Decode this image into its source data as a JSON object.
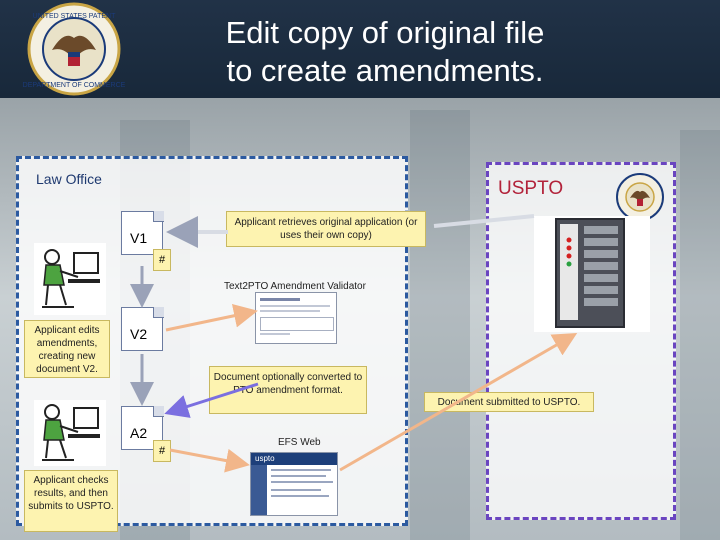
{
  "title": {
    "line1": "Edit copy of original file",
    "line2": "to create amendments."
  },
  "regions": {
    "law_office_label": "Law Office",
    "uspto_label": "USPTO"
  },
  "documents": {
    "v1": "V1",
    "v2": "V2",
    "a2": "A2"
  },
  "markers": {
    "hash_top": "#",
    "hash_bottom": "#"
  },
  "notes": {
    "retrieve": "Applicant retrieves original application (or uses their own copy)",
    "edits": "Applicant edits amendments, creating new document V2.",
    "converted": "Document optionally converted to PTO amendment format.",
    "checks": "Applicant checks results, and then submits to USPTO.",
    "submitted": "Document submitted to USPTO."
  },
  "labels": {
    "validator": "Text2PTO Amendment Validator",
    "efs_web": "EFS Web",
    "efs_logo": "uspto"
  },
  "icons": {
    "seal": "uspto-seal-icon",
    "person": "person-at-computer-icon",
    "server": "server-rack-icon"
  },
  "colors": {
    "title_bg": "#1c2c40",
    "law_border": "#2c5aa0",
    "uspto_border": "#6a45c0",
    "uspto_text": "#b2223a",
    "arrow_orange": "#f2b68a",
    "arrow_blue": "#7b6fe0",
    "note_bg": "#fdf3b0"
  }
}
